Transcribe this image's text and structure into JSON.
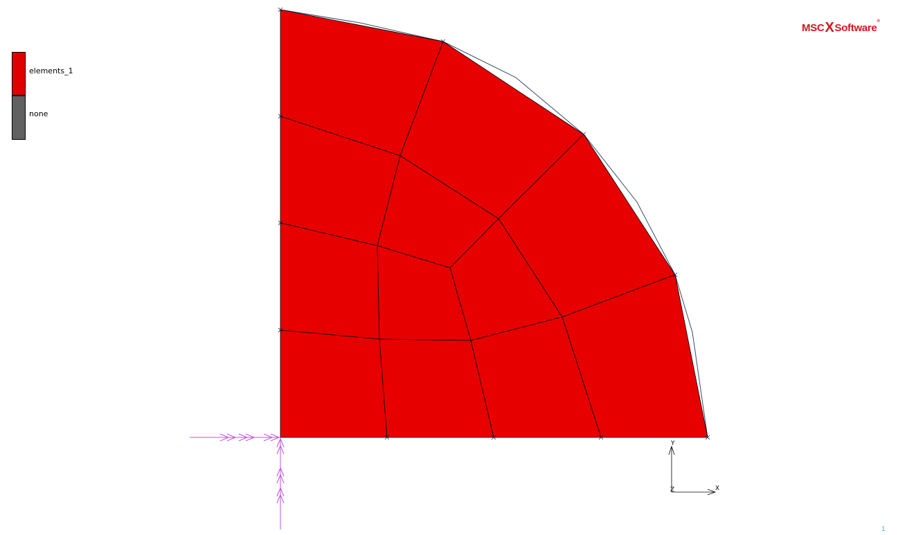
{
  "legend": {
    "items": [
      {
        "label": "elements_1",
        "color": "#e00000"
      },
      {
        "label": "none",
        "color": "#606060"
      }
    ]
  },
  "logo": {
    "brand_left": "MSC",
    "brand_right": "Software",
    "registered": "®",
    "color": "#d8161f"
  },
  "triad": {
    "x_label": "X",
    "y_label": "Y",
    "z_label": "Z"
  },
  "page_number": "1",
  "colors": {
    "mesh_fill": "#e60000",
    "mesh_edge": "#000000",
    "boundary_condition": "#c050e0",
    "background": "#ffffff"
  }
}
